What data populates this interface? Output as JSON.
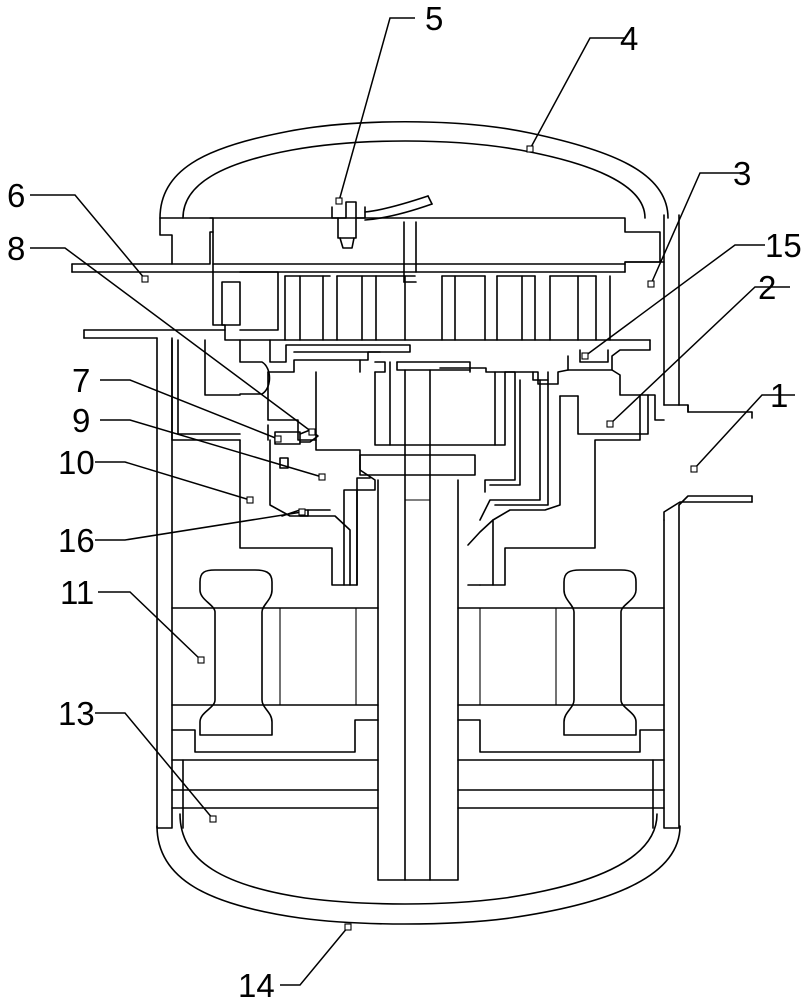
{
  "labels": {
    "l1": "1",
    "l2": "2",
    "l3": "3",
    "l4": "4",
    "l5": "5",
    "l6": "6",
    "l7": "7",
    "l8": "8",
    "l9": "9",
    "l10": "10",
    "l11": "11",
    "l13": "13",
    "l14": "14",
    "l15": "15",
    "l16": "16"
  }
}
